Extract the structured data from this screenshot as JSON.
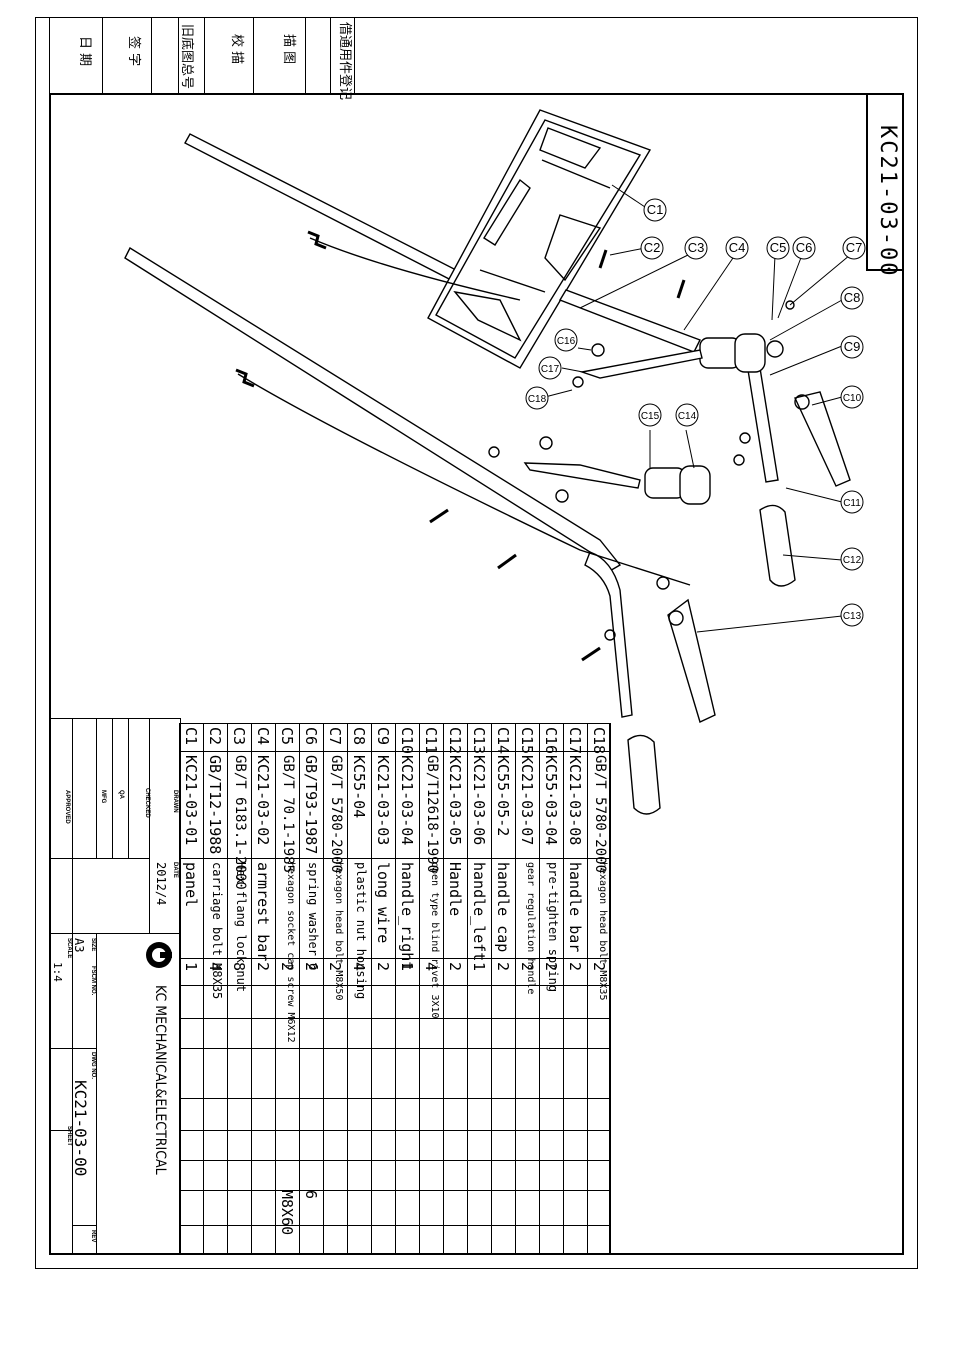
{
  "revision_block": {
    "rows": [
      "借通用件登记",
      "描 图",
      "校 描",
      "旧底图总号",
      "签 字",
      "日 期"
    ]
  },
  "drawing_number": "KC21-03-00",
  "callouts": [
    "C1",
    "C2",
    "C3",
    "C4",
    "C5",
    "C6",
    "C7",
    "C8",
    "C9",
    "C10",
    "C11",
    "C12",
    "C13",
    "C14",
    "C15",
    "C16",
    "C17",
    "C18"
  ],
  "bom": [
    {
      "item": "C18",
      "code": "GB/T 5780-2000",
      "name": "hexagon head bolt M8X35",
      "qty": "2",
      "spec": ""
    },
    {
      "item": "C17",
      "code": "KC21-03-08",
      "name": "handle bar",
      "qty": "2",
      "spec": ""
    },
    {
      "item": "C16",
      "code": "KC55·03-04",
      "name": "pre-tighten spring",
      "qty": "2",
      "spec": ""
    },
    {
      "item": "C15",
      "code": "KC21-03-07",
      "name": "gear regulation handle",
      "qty": "2",
      "spec": ""
    },
    {
      "item": "C14",
      "code": "KC55-05-2",
      "name": "handle cap",
      "qty": "2",
      "spec": ""
    },
    {
      "item": "C13",
      "code": "KC21-03-06",
      "name": "handle_left",
      "qty": "1",
      "spec": ""
    },
    {
      "item": "C12",
      "code": "KC21-03-05",
      "name": "Handle",
      "qty": "2",
      "spec": ""
    },
    {
      "item": "C11",
      "code": "GB/T12618-1990",
      "name": "open type blind rivet 3X10",
      "qty": "4",
      "spec": ""
    },
    {
      "item": "C10",
      "code": "KC21-03-04",
      "name": "handle_right",
      "qty": "1",
      "spec": ""
    },
    {
      "item": "C9",
      "code": "KC21-03-03",
      "name": "long wire",
      "qty": "2",
      "spec": ""
    },
    {
      "item": "C8",
      "code": "KC55-04",
      "name": "plastic nut housing",
      "qty": "4",
      "spec": ""
    },
    {
      "item": "C7",
      "code": "GB/T 5780-2000",
      "name": "hexagon head bolt M8X50",
      "qty": "2",
      "spec": ""
    },
    {
      "item": "C6",
      "code": "GB/T93-1987",
      "name": "spring washer 6",
      "qty": "2",
      "spec": "6"
    },
    {
      "item": "C5",
      "code": "GB/T 70.1-1985",
      "name": "hexagon socket cap screw M6X12",
      "qty": "2",
      "spec": "M8X60"
    },
    {
      "item": "C4",
      "code": "KC21-03-02",
      "name": "armrest bar",
      "qty": "2",
      "spec": ""
    },
    {
      "item": "C3",
      "code": "GB/T 6183.1-2000",
      "name": "Hex flang lock nut",
      "qty": "8",
      "spec": ""
    },
    {
      "item": "C2",
      "code": "GB/T12-1988",
      "name": "carriage bolt M8X35",
      "qty": "4",
      "spec": ""
    },
    {
      "item": "C1",
      "code": "KC21-03-01",
      "name": "panel",
      "qty": "1",
      "spec": ""
    }
  ],
  "title_block": {
    "company": "KC MECHANICAL&ELECTRICAL",
    "labels": {
      "drawn": "DRAWN",
      "checked": "CHECKED",
      "qa": "QA",
      "mfg": "MFG",
      "approved": "APPROVED",
      "date": "DATE",
      "size": "SIZE",
      "fscm": "FSCM NO.",
      "dwg": "DWG NO.",
      "rev": "REV",
      "scale": "SCALE",
      "sheet": "SHEET"
    },
    "date_value": "2012/4",
    "size_value": "A3",
    "scale_value": "1:4",
    "dwg_value": "KC21-03-00"
  }
}
